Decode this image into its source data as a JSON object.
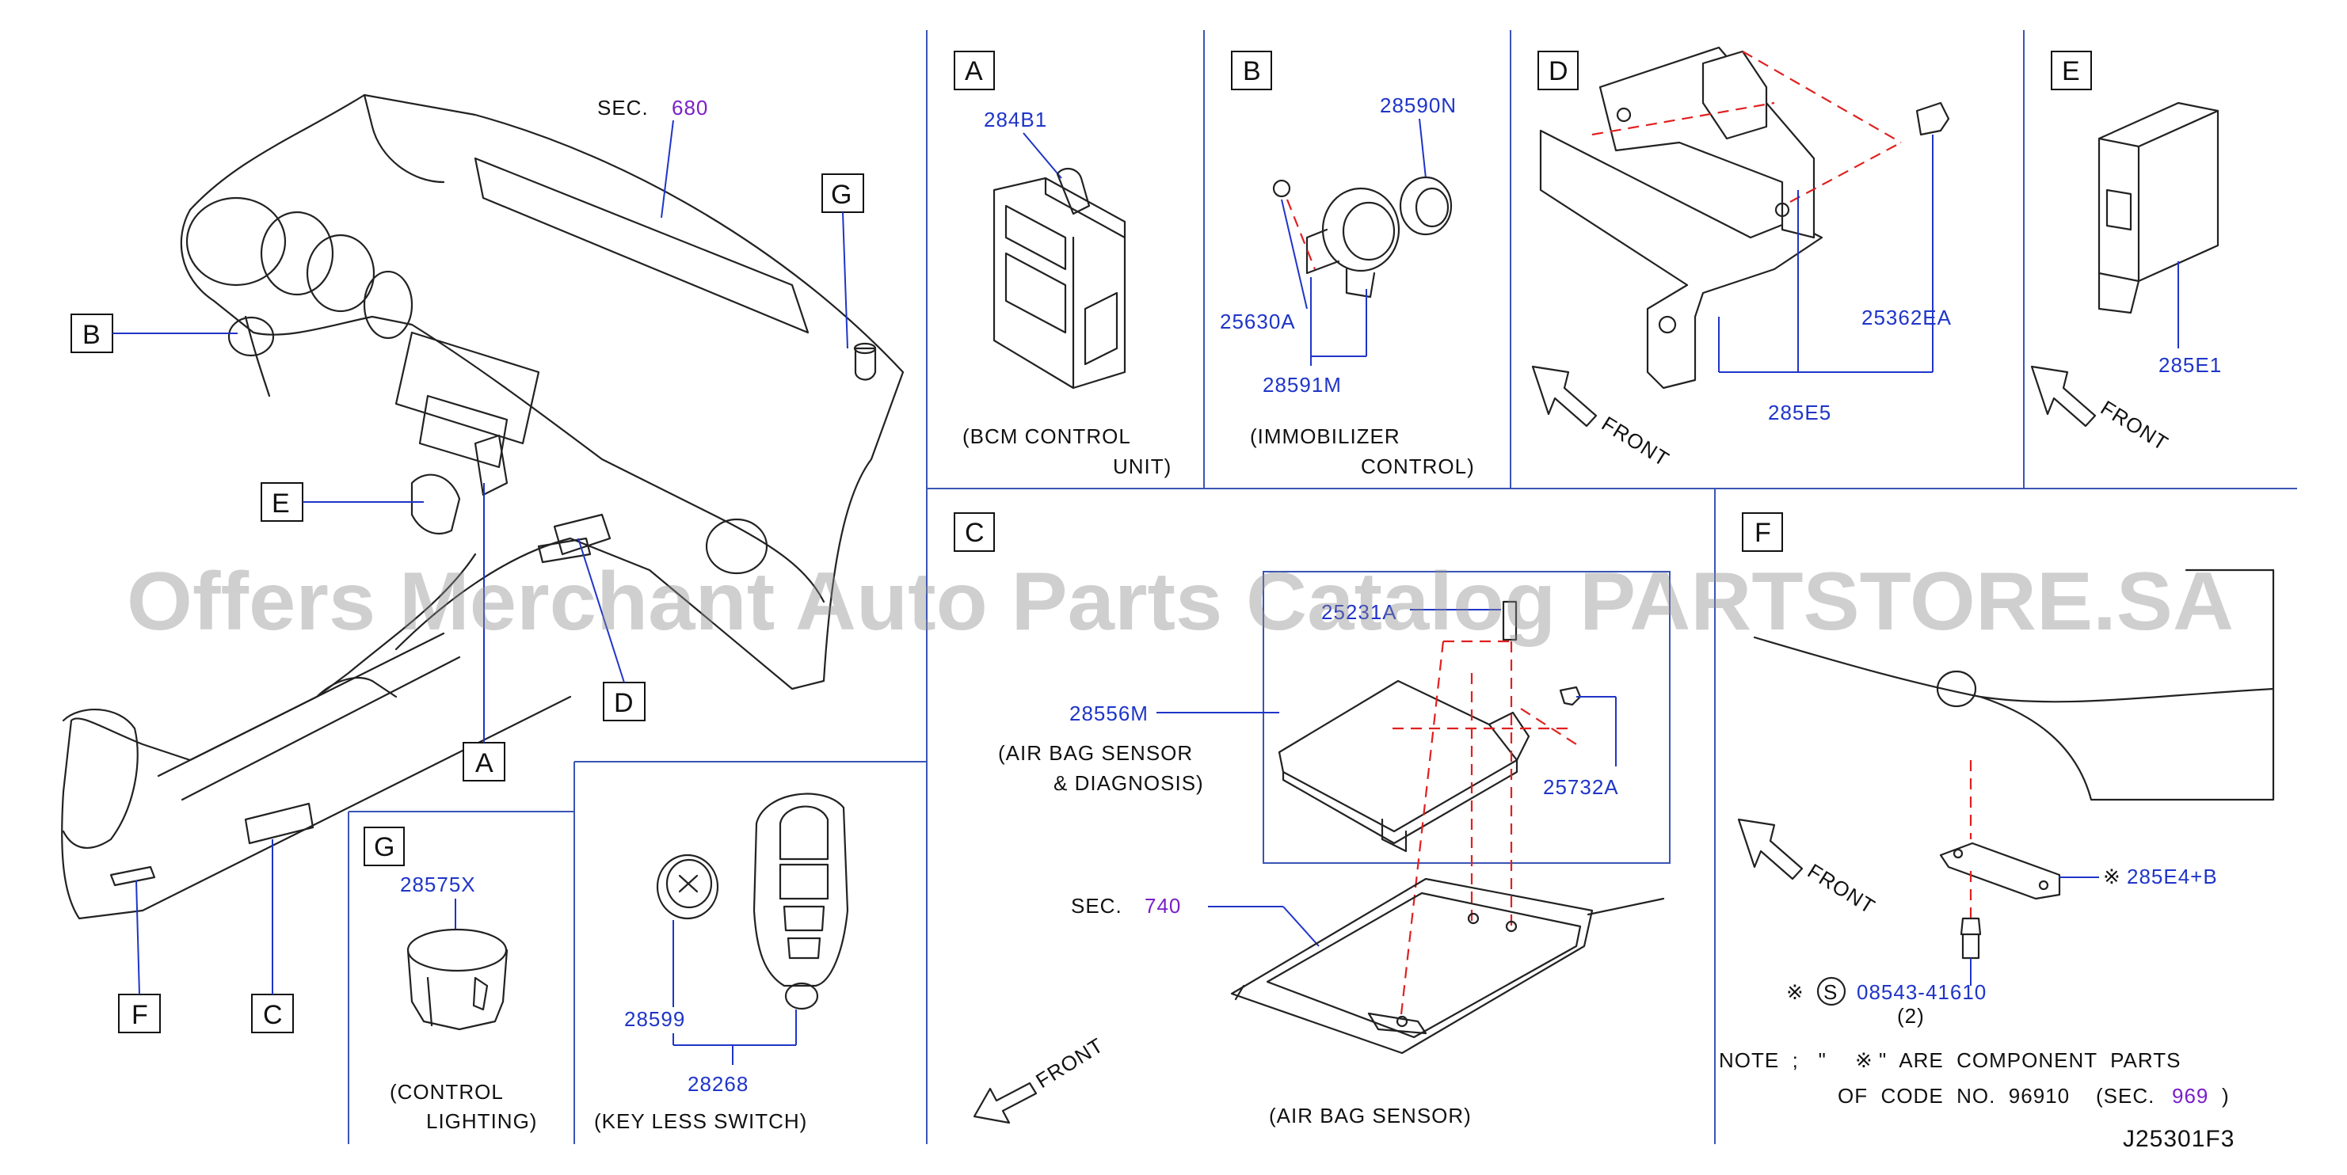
{
  "panels": {
    "A": {
      "letter": "A",
      "part": "284B1",
      "desc1": "(BCM  CONTROL",
      "desc2": "UNIT)"
    },
    "B": {
      "letter": "B",
      "part_top": "28590N",
      "part_left": "25630A",
      "part_bottom": "28591M",
      "desc1": "(IMMOBILIZER",
      "desc2": "CONTROL)"
    },
    "D": {
      "letter": "D",
      "part_right": "25362EA",
      "part_bottom": "285E5",
      "front": "FRONT"
    },
    "E": {
      "letter": "E",
      "part": "285E1",
      "front": "FRONT"
    },
    "C": {
      "letter": "C",
      "part_top": "25231A",
      "part_main": "28556M",
      "desc1": "(AIR  BAG  SENSOR",
      "desc2": "&  DIAGNOSIS)",
      "part_right": "25732A",
      "sec_label": "SEC.",
      "sec_num": "740",
      "front": "FRONT",
      "caption": "(AIR  BAG  SENSOR)"
    },
    "F": {
      "letter": "F",
      "part_main": "285E4+B",
      "part_bolt": "08543-41610",
      "bolt_qty": "(2)",
      "front": "FRONT",
      "mark": "※",
      "s_mark": "S"
    },
    "G": {
      "letter": "G",
      "part": "28575X",
      "desc1": "(CONTROL",
      "desc2": "LIGHTING)"
    },
    "key": {
      "part_battery": "28599",
      "part_assembly": "28268",
      "desc": "(KEY  LESS  SWITCH)"
    }
  },
  "overview": {
    "sec_label": "SEC.",
    "sec_num": "680",
    "callouts": [
      "B",
      "E",
      "G",
      "D",
      "A",
      "F",
      "C"
    ]
  },
  "note": {
    "line1_prefix": "NOTE  ;   \"",
    "mark": "※",
    "line1_suffix": "\"  ARE  COMPONENT  PARTS",
    "line2": "OF  CODE  NO.  96910    (SEC.",
    "sec_num": "969",
    "close": ")"
  },
  "diagram_code": "J25301F3",
  "watermark": "Offers Merchant Auto Parts Catalog PARTSTORE.SA"
}
